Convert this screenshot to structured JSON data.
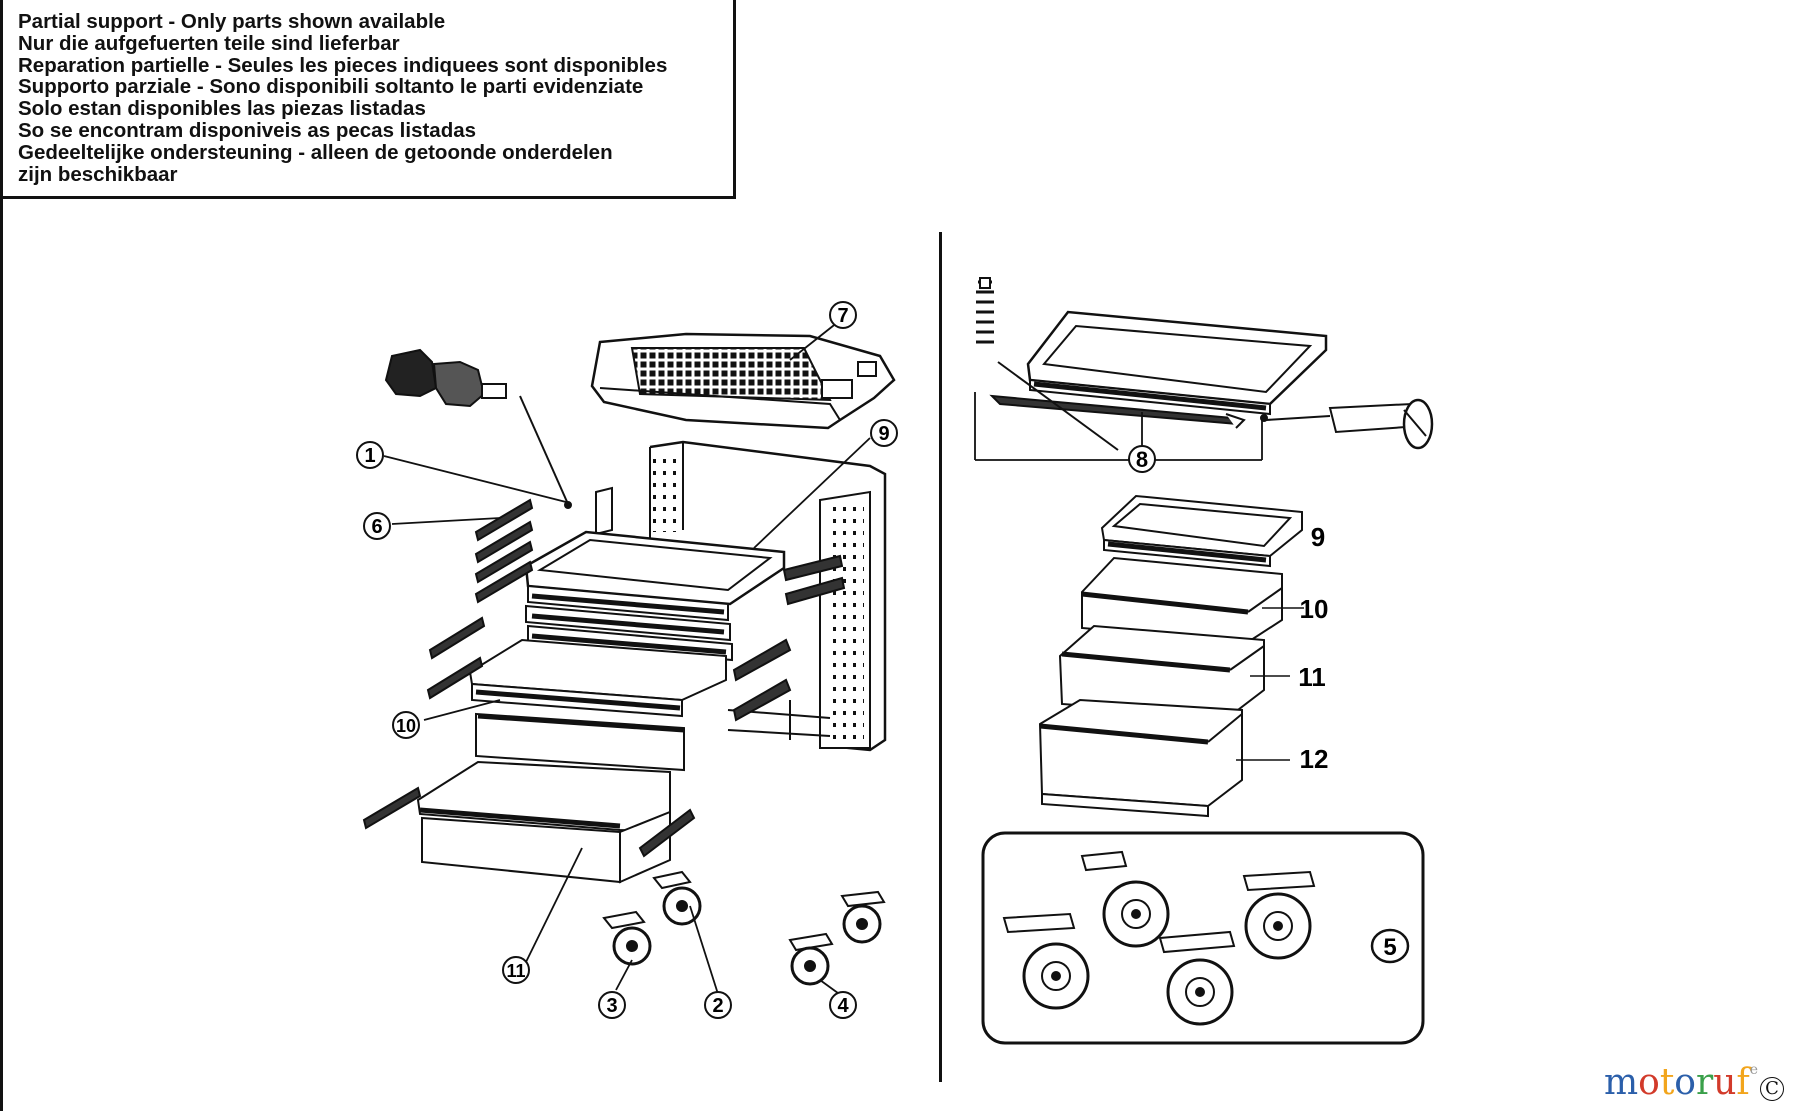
{
  "notice": {
    "lines": [
      "Partial support - Only parts shown available",
      "Nur die aufgefuerten teile sind lieferbar",
      "Reparation partielle - Seules les pieces indiquees sont disponibles",
      "Supporto parziale - Sono disponibili soltanto le parti evidenziate",
      "Solo estan disponibles las piezas listadas",
      "So se encontram disponiveis as pecas listadas",
      "Gedeeltelijke ondersteuning - alleen de getoonde onderdelen",
      "zijn beschikbaar"
    ]
  },
  "left_callouts": [
    "7",
    "9",
    "1",
    "6",
    "10",
    "11",
    "3",
    "2",
    "4"
  ],
  "right_callouts": [
    "8",
    "9",
    "10",
    "11",
    "12",
    "5"
  ],
  "watermark": {
    "letters": [
      "m",
      "o",
      "t",
      "o",
      "r",
      "u",
      "f"
    ],
    "colors": [
      "#2b5faa",
      "#d23a2a",
      "#f2a51c",
      "#2b5faa",
      "#3aa04a",
      "#d23a2a",
      "#f2a51c"
    ],
    "corner": "e",
    "corner_mark": "C"
  }
}
